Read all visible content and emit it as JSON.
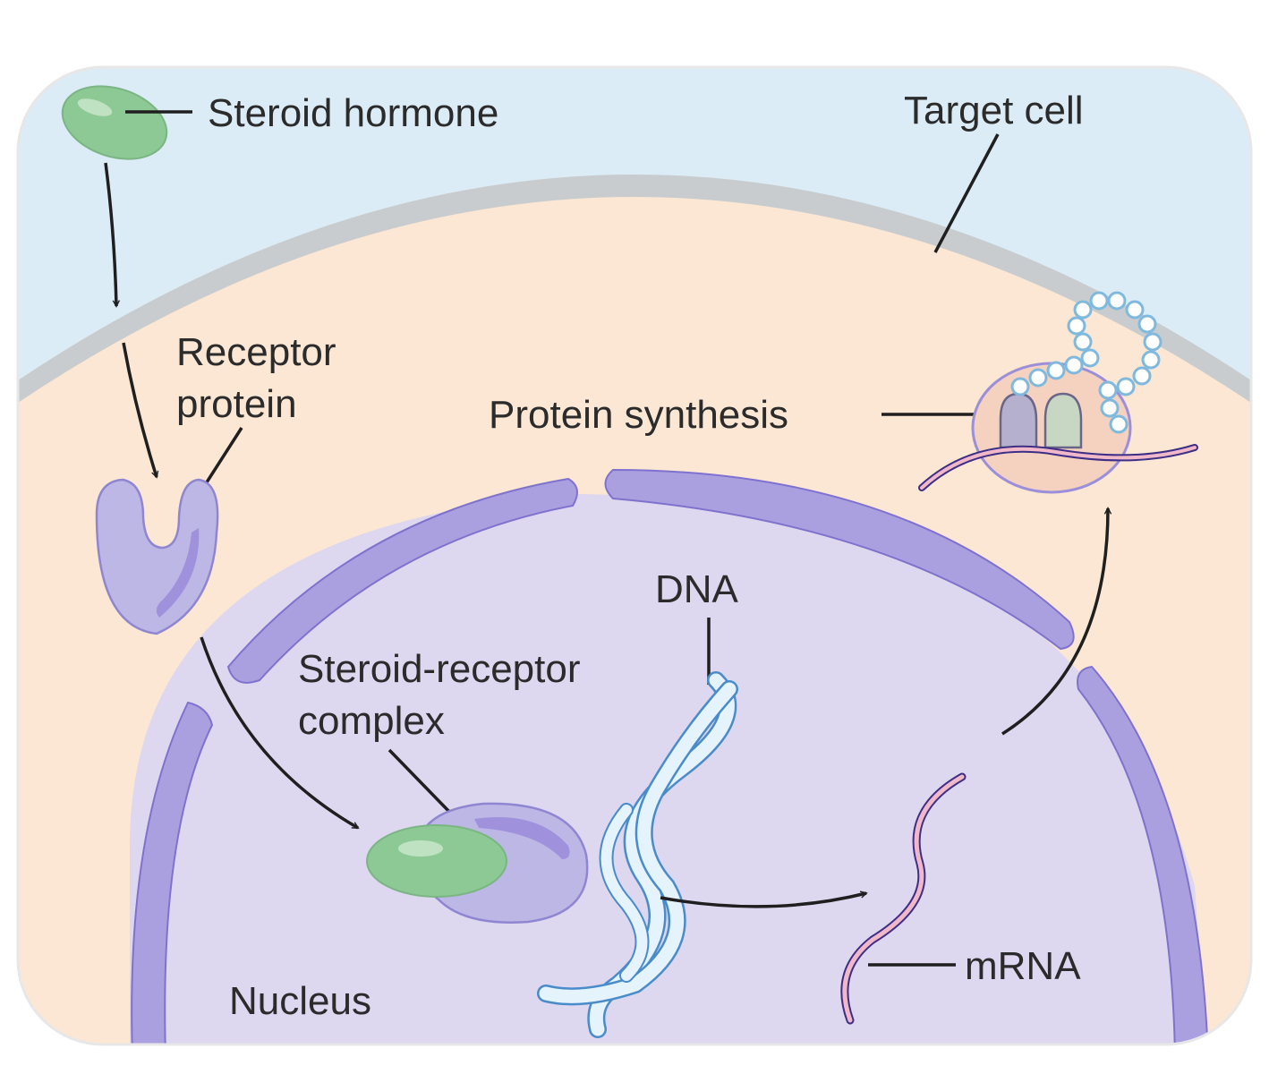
{
  "labels": {
    "steroid_hormone": "Steroid hormone",
    "target_cell": "Target cell",
    "receptor_protein_line1": "Receptor",
    "receptor_protein_line2": "protein",
    "protein_synthesis": "Protein synthesis",
    "dna": "DNA",
    "steroid_receptor_complex_line1": "Steroid-receptor",
    "steroid_receptor_complex_line2": "complex",
    "mrna": "mRNA",
    "nucleus": "Nucleus"
  },
  "colors": {
    "extracellular": "#dcecf6",
    "cytoplasm": "#fbe7d3",
    "membrane": "#c9ccce",
    "nucleoplasm": "#ddd7f0",
    "nuclear_envelope": "#aaa0df",
    "receptor": "#bdb7e6",
    "hormone": "#8dc994",
    "dna_strand": "#e4f3fc",
    "mrna": "#f0b8c8"
  },
  "icons": [
    "steroid-hormone-icon",
    "receptor-protein-icon",
    "steroid-receptor-complex-icon",
    "dna-helix-icon",
    "mrna-icon",
    "ribosome-icon",
    "protein-chain-icon"
  ]
}
